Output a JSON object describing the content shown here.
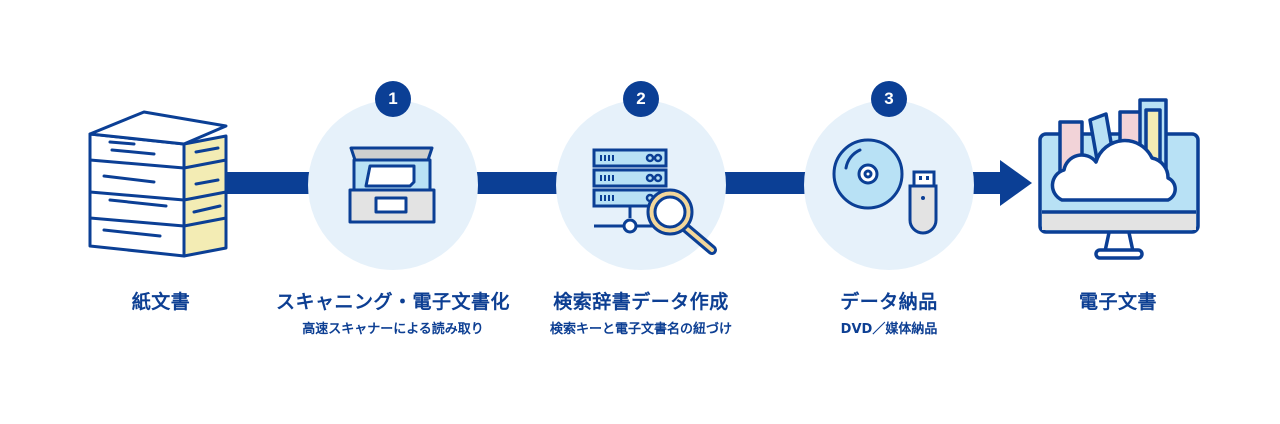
{
  "colors": {
    "primary": "#0b3f95",
    "circle_bg": "#e6f1fa",
    "paper_side": "#f3ecb4",
    "screen_blue": "#b8e1f5",
    "gray": "#e3e3e3",
    "book_pink": "#f2d3d8"
  },
  "steps": [
    {
      "id": "paper",
      "title": "紙文書",
      "subtitle": "",
      "icon": "paper-stack-icon"
    },
    {
      "id": "scan",
      "number": "1",
      "title": "スキャニング・電子文書化",
      "subtitle": "高速スキャナーによる読み取り",
      "icon": "scanner-icon"
    },
    {
      "id": "index",
      "number": "2",
      "title": "検索辞書データ作成",
      "subtitle": "検索キーと電子文書名の紐づけ",
      "icon": "server-search-icon"
    },
    {
      "id": "deliver",
      "number": "3",
      "title": "データ納品",
      "subtitle": "DVD／媒体納品",
      "icon": "disc-usb-icon"
    },
    {
      "id": "digital",
      "title": "電子文書",
      "subtitle": "",
      "icon": "monitor-cloud-icon"
    }
  ]
}
